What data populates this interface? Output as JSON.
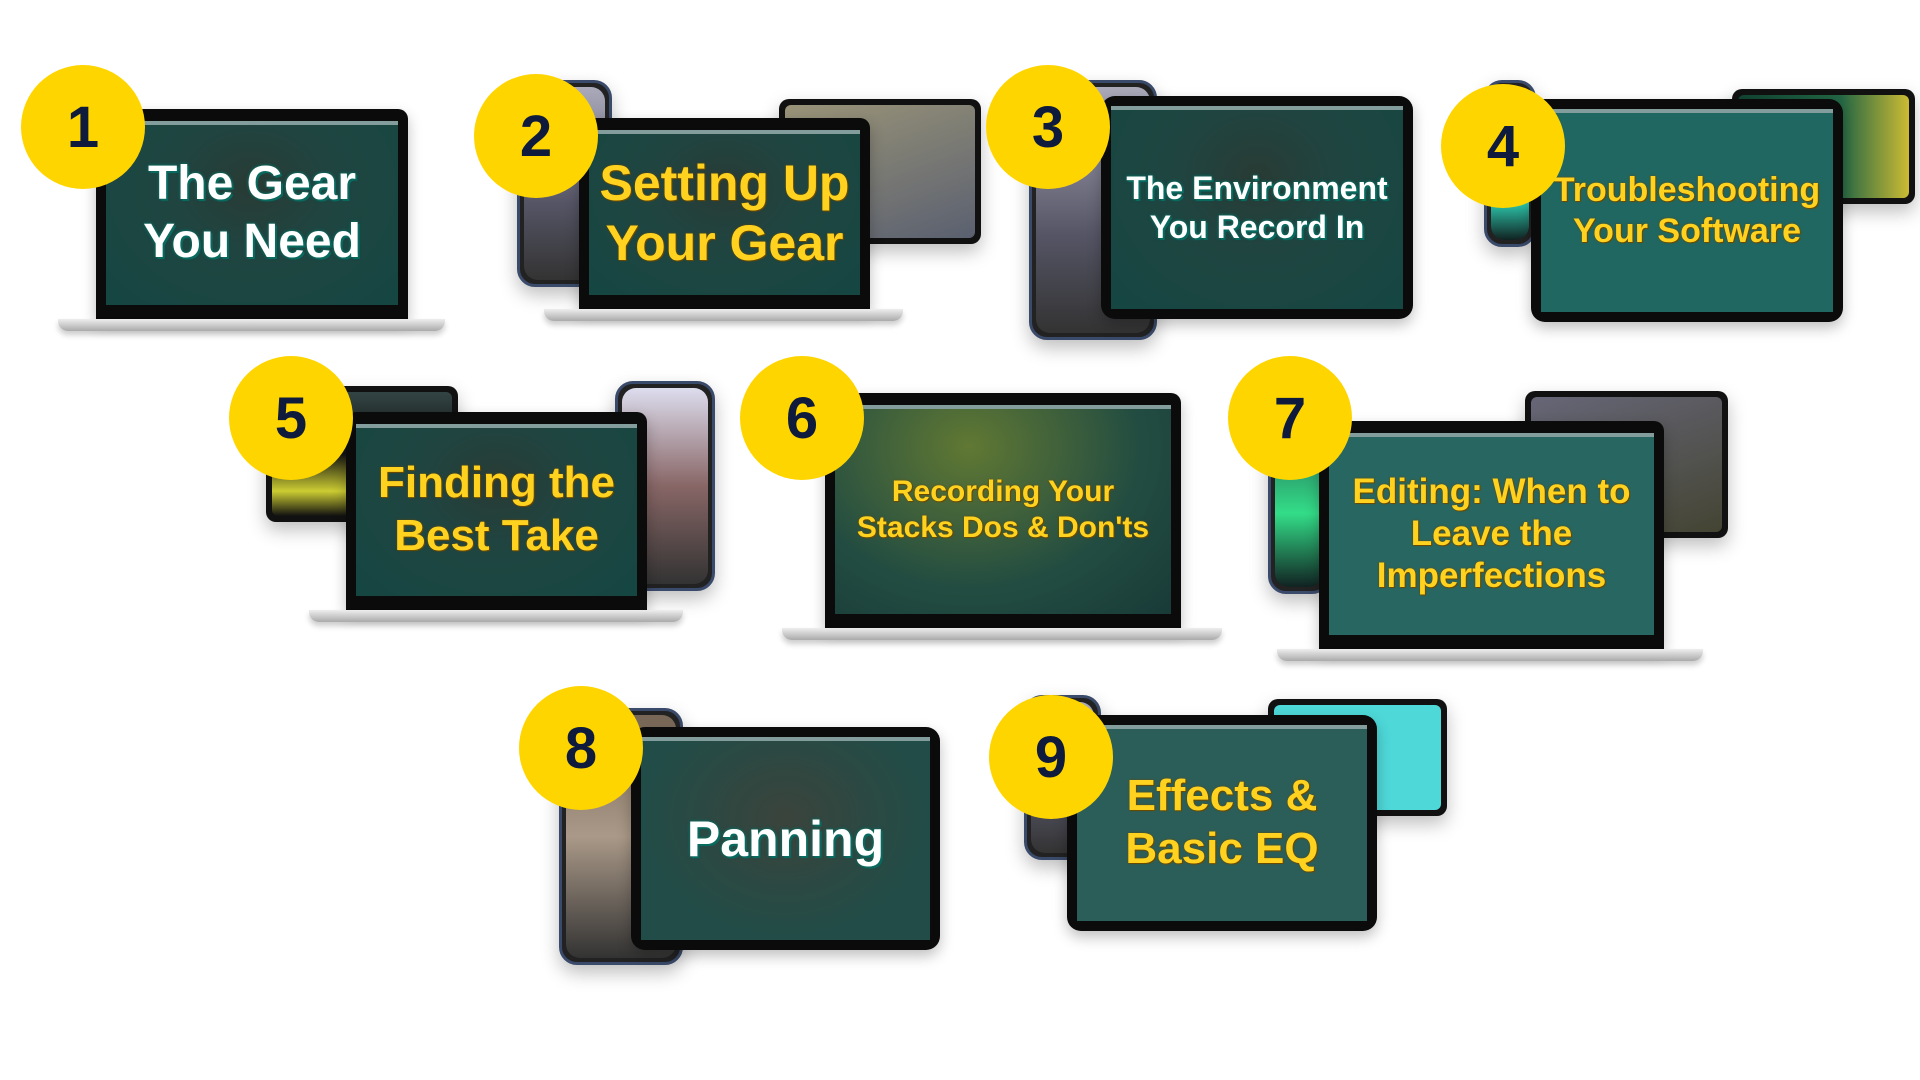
{
  "modules": [
    {
      "number": "1",
      "title": "The Gear You Need"
    },
    {
      "number": "2",
      "title": "Setting Up Your Gear"
    },
    {
      "number": "3",
      "title": "The Environment You Record In"
    },
    {
      "number": "4",
      "title": "Troubleshooting Your Software"
    },
    {
      "number": "5",
      "title": "Finding the Best Take"
    },
    {
      "number": "6",
      "title": "Recording Your Stacks Dos & Don'ts"
    },
    {
      "number": "7",
      "title": "Editing: When to Leave the Imperfections"
    },
    {
      "number": "8",
      "title": "Panning"
    },
    {
      "number": "9",
      "title": "Effects & Basic EQ"
    }
  ],
  "colors": {
    "badge": "#ffd500",
    "badge_text": "#0e1b3c",
    "title_yellow": "#ffd21f",
    "title_white": "#ffffff"
  }
}
